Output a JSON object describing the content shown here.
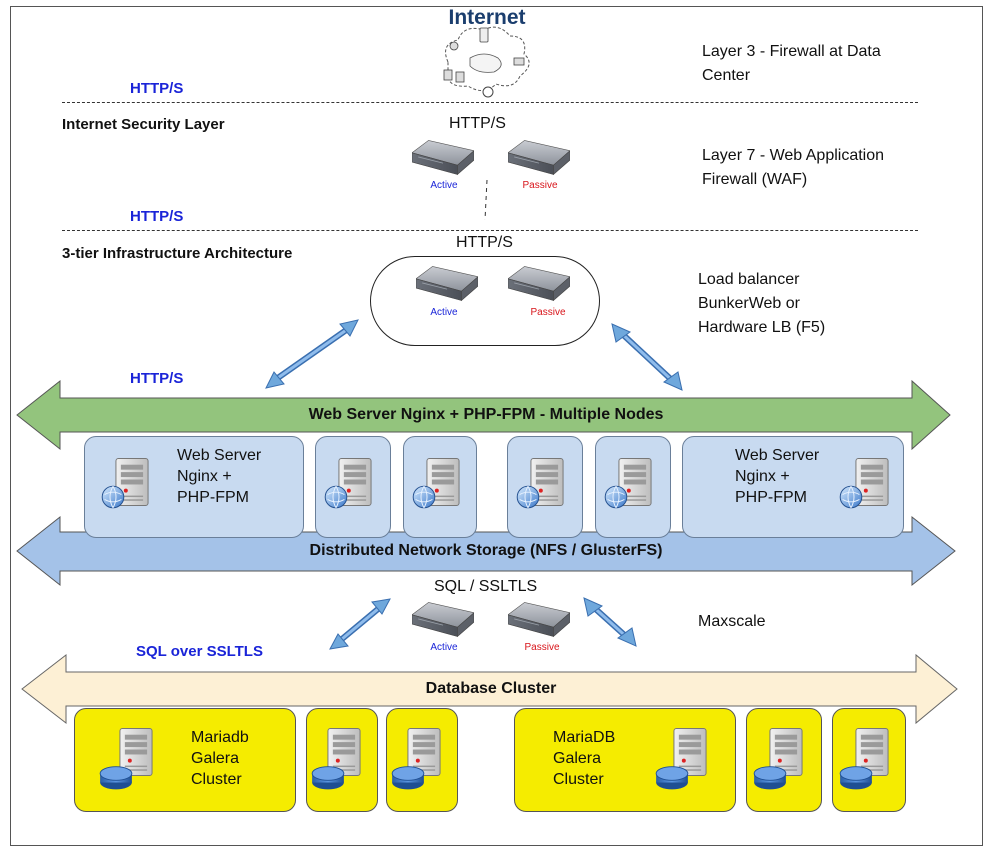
{
  "internet": {
    "title": "Internet"
  },
  "http_labels": {
    "top": "HTTP/S",
    "security": "HTTP/S",
    "web": "HTTP/S"
  },
  "sections": {
    "security_layer": "Internet Security Layer",
    "three_tier": "3-tier Infrastructure Architecture"
  },
  "protocols": {
    "waf": "HTTP/S",
    "lb": "HTTP/S",
    "sql": "SQL / SSLTLS",
    "sql_over": "SQL over SSLTLS"
  },
  "notes": {
    "layer3_line1": "Layer 3 - Firewall at Data",
    "layer3_line2": "Center",
    "layer7_line1": "Layer 7 - Web Application",
    "layer7_line2": "Firewall (WAF)",
    "lb_line1": "Load balancer",
    "lb_line2": "BunkerWeb or",
    "lb_line3": "Hardware LB (F5)",
    "maxscale": "Maxscale"
  },
  "server_states": {
    "active": "Active",
    "passive": "Passive"
  },
  "bands": {
    "web": "Web Server Nginx + PHP-FPM - Multiple Nodes",
    "storage": "Distributed Network Storage (NFS / GlusterFS)",
    "database": "Database Cluster"
  },
  "web_node": {
    "line1": "Web Server",
    "line2": "Nginx +",
    "line3": "PHP-FPM"
  },
  "db_nodes": {
    "left": {
      "line1": "Mariadb",
      "line2": "Galera",
      "line3": "Cluster"
    },
    "right": {
      "line1": "MariaDB",
      "line2": "Galera",
      "line3": "Cluster"
    }
  },
  "colors": {
    "http_blue": "#1a24d8",
    "active_blue": "#1a24d8",
    "passive_red": "#d8141a",
    "web_band": "#93c47d",
    "storage_band": "#a4c2e8",
    "db_band": "#fdf0d5",
    "web_box": "#c8daf0",
    "db_box": "#f5ec00",
    "arrow_blue": "#6fa8dc"
  }
}
